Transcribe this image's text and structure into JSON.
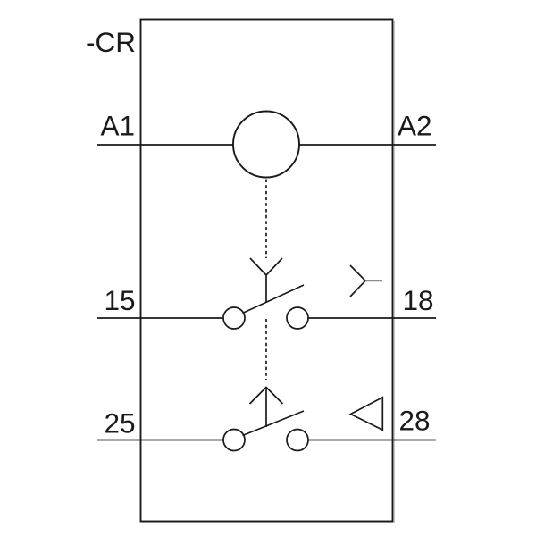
{
  "title": "Relay schematic diagram",
  "colors": {
    "line": "#1a1a1a",
    "background": "#ffffff",
    "shadow": "#c9c9c9"
  },
  "device": {
    "label": "-CR"
  },
  "coil": {
    "left_terminal": "A1",
    "right_terminal": "A2",
    "symbol": "coil-circle"
  },
  "contacts": [
    {
      "left_terminal": "15",
      "right_terminal": "18",
      "contact_symbol": "no-contact-open-blade",
      "actuator_symbol": "open-y-down-delay-symbol",
      "function_symbol": "open-y-left-delay-symbol"
    },
    {
      "left_terminal": "25",
      "right_terminal": "28",
      "contact_symbol": "no-contact-open-blade",
      "actuator_symbol": "open-up-arrow-symbol",
      "function_symbol": "open-triangle-left-symbol"
    }
  ],
  "links": {
    "mechanical_link_style": "dashed"
  }
}
